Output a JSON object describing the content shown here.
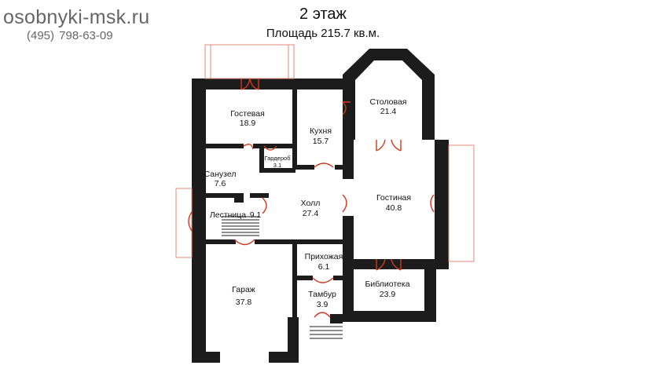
{
  "header": {
    "site": "osobnyki-msk.ru",
    "phone": "(495)  798-63-09",
    "floor": "2 этаж",
    "area": "Площадь 215.7 кв.м."
  },
  "rooms": {
    "guest": {
      "name": "Гостевая",
      "area": "18.9"
    },
    "kitchen": {
      "name": "Кухня",
      "area": "15.7"
    },
    "dining": {
      "name": "Столовая",
      "area": "21.4"
    },
    "wardrobe": {
      "name": "Гардероб",
      "area": "3.1"
    },
    "bathroom": {
      "name": "Санузел",
      "area": "7.6"
    },
    "hall": {
      "name": "Холл",
      "area": "27.4"
    },
    "living": {
      "name": "Гостиная",
      "area": "40.8"
    },
    "stairs": {
      "name": "Лестница",
      "area": "9.1"
    },
    "entry": {
      "name": "Прихожая",
      "area": "6.1"
    },
    "vestibule": {
      "name": "Тамбур",
      "area": "3.9"
    },
    "garage": {
      "name": "Гараж",
      "area": "37.8"
    },
    "library": {
      "name": "Библиотека",
      "area": "23.9"
    }
  },
  "colors": {
    "wall": "#1c1c1c",
    "door": "#d0391f",
    "balcony": "#e08a78",
    "text_grey": "#666666"
  }
}
